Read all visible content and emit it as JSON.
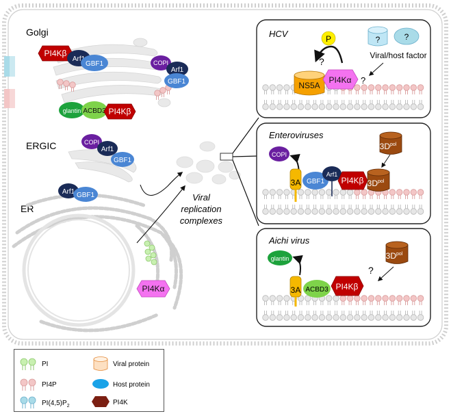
{
  "compartments": {
    "golgi": "Golgi",
    "ergic": "ERGIC",
    "er": "ER"
  },
  "center_label": [
    "Viral",
    "replication",
    "complexes"
  ],
  "panels": {
    "hcv": {
      "title": "HCV",
      "viral_host_factor": "Viral/host factor",
      "question": "?",
      "phosphate": "P"
    },
    "entero": {
      "title": "Enteroviruses",
      "threeD": "3D",
      "threeD_sup": "pol"
    },
    "aichi": {
      "title": "Aichi virus",
      "threeD": "3D",
      "threeD_sup": "pol",
      "question": "?"
    }
  },
  "proteins": {
    "pi4kb": "PI4Kβ",
    "pi4ka": "PI4Kα",
    "arf1": "Arf1",
    "gbf1": "GBF1",
    "copi": "COPI",
    "acbd3": "ACBD3",
    "glantin": "glantin",
    "ns5a": "NS5A",
    "threeA": "3A"
  },
  "legend": {
    "items": [
      {
        "label": "PI",
        "kind": "lipid",
        "color": "#c8f0b0"
      },
      {
        "label": "PI4P",
        "kind": "lipid",
        "color": "#f3c6c6"
      },
      {
        "label": "PI(4,5)P",
        "sub": "2",
        "kind": "lipid",
        "color": "#a9dbe8"
      },
      {
        "label": "Viral protein",
        "kind": "viral",
        "color": "#f9c89b"
      },
      {
        "label": "Host protein",
        "kind": "host",
        "color": "#1aa3e8"
      },
      {
        "label": "PI4K",
        "kind": "pi4k",
        "color": "#7b1f12"
      }
    ]
  },
  "colors": {
    "pi4kb": "#c00000",
    "pi4ka": "#f472f0",
    "arf1": "#1a2b57",
    "gbf1": "#4a86d4",
    "copi": "#6a1fa0",
    "acbd3": "#7ed34a",
    "glantin": "#1da23c",
    "ns5a": "#f5a000",
    "threeA": "#f5b800",
    "threeD": "#9b4a10",
    "membrane_pink": "#f3c6c6",
    "membrane_grey": "#e4e4e4",
    "pi_green": "#c8f0b0",
    "pip2_blue": "#a9dbe8"
  }
}
